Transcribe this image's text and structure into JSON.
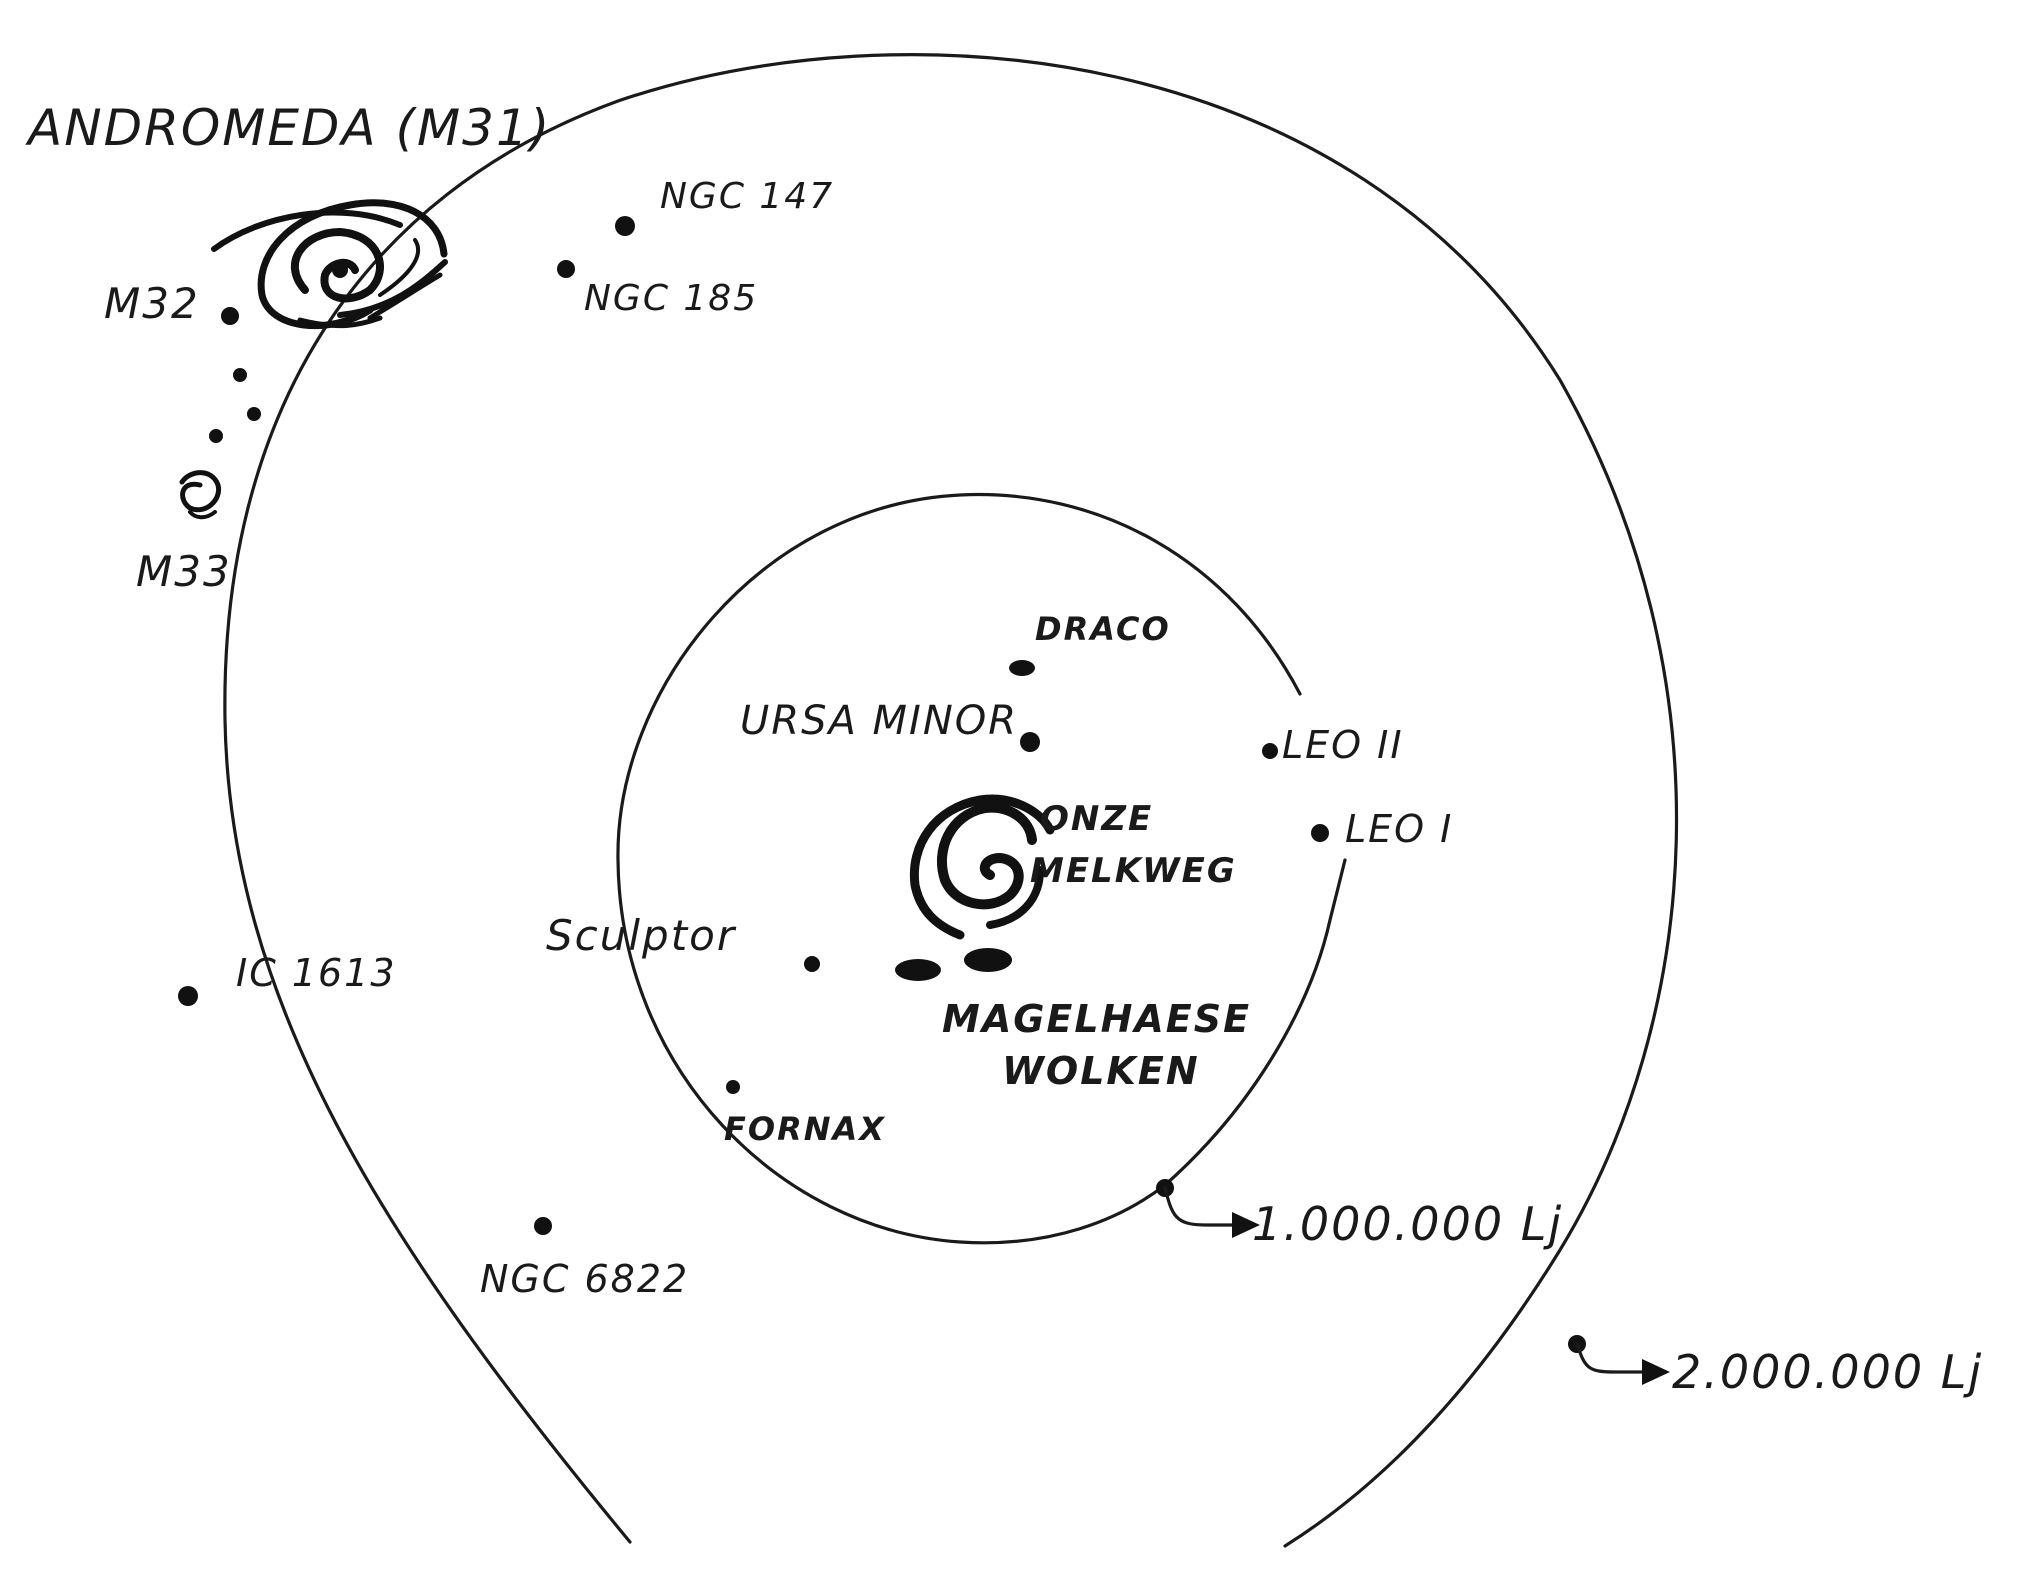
{
  "labels": {
    "andromeda": "ANDROMEDA (M31)",
    "ngc147": "NGC 147",
    "ngc185": "NGC 185",
    "m32": "M32",
    "m33": "M33",
    "draco": "DRACO",
    "ursa_minor": "URSA MINOR",
    "leo2": "LEO II",
    "leo1": "LEO I",
    "milky_way_line1": "ONZE",
    "milky_way_line2": "MELKWEG",
    "sculptor": "Sculptor",
    "magellan_line1": "MAGELHAESE",
    "magellan_line2": "WOLKEN",
    "fornax": "FORNAX",
    "ic1613": "IC 1613",
    "ngc6822": "NGC 6822",
    "scale_inner": "1.000.000 Lj",
    "scale_outer": "2.000.000 Lj"
  },
  "colors": {
    "ink": "#1a1a1a",
    "paper": "#ffffff"
  }
}
